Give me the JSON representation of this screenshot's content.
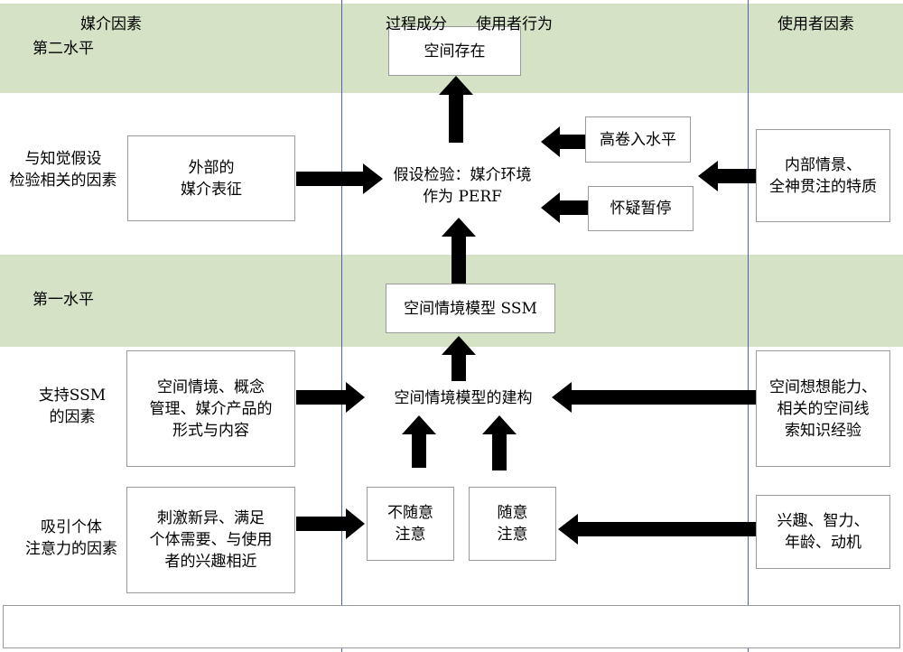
{
  "levels": {
    "second": "第二水平",
    "first": "第一水平"
  },
  "rows": {
    "perception": "与知觉假设\n检验相关的因素",
    "support": "支持SSM\n的因素",
    "attract": "吸引个体\n注意力的因素"
  },
  "boxes": {
    "spatial_presence": "空间存在",
    "external_repr": "外部的\n媒介表征",
    "hypothesis_test": "假设检验：媒介环境\n作为 PERF",
    "high_involvement": "高卷入水平",
    "suspicion_pause": "怀疑暂停",
    "internal_traits": "内部情景、\n全神贯注的特质",
    "ssm": "空间情境模型 SSM",
    "ssm_construction": "空间情境模型的建构",
    "media_content": "空间情境、概念\n管理、媒介产品的\n形式与内容",
    "spatial_ability": "空间想想能力、\n相关的空间线\n索知识经验",
    "involuntary_attention": "不随意\n注意",
    "voluntary_attention": "随意\n注意",
    "novelty": "刺激新异、满足\n个体需要、与使用\n者的兴趣相近",
    "user_traits": "兴趣、智力、\n年龄、动机"
  },
  "footer": {
    "media": "媒介因素",
    "process": "过程成分",
    "behavior": "使用者行为",
    "user": "使用者因素"
  },
  "colors": {
    "band": "#d6e2c5",
    "divider": "#4a63b3",
    "arrow": "#000000",
    "border": "#9a9a9a"
  }
}
